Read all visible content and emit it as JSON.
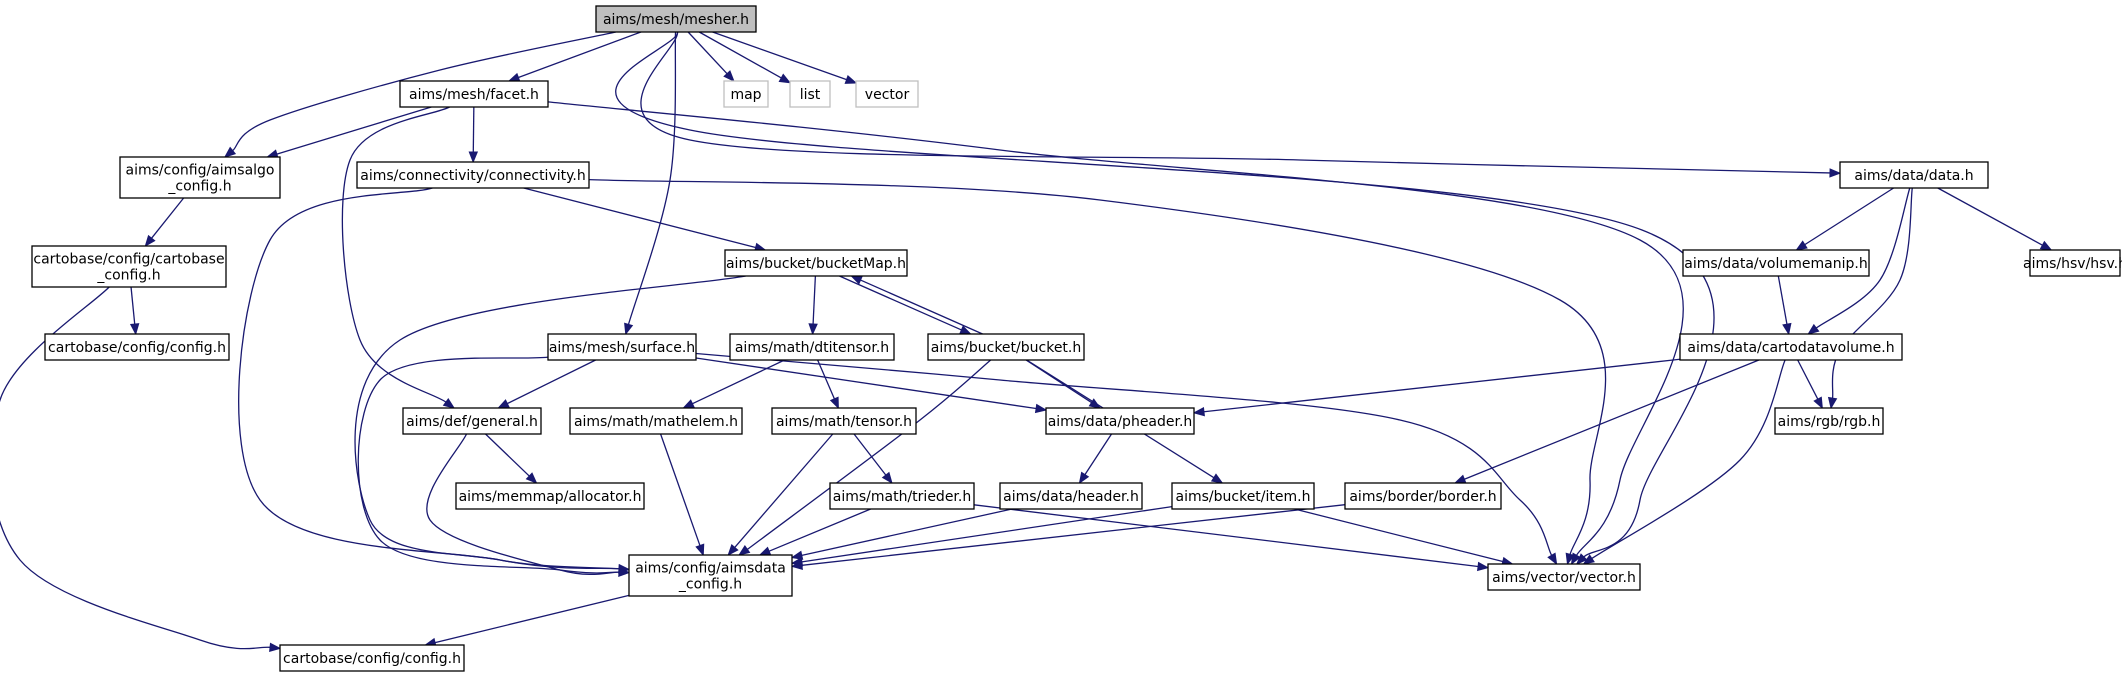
{
  "graph": {
    "nodes": [
      {
        "id": "mesher",
        "lines": [
          "aims/mesh/mesher.h"
        ],
        "style": "root"
      },
      {
        "id": "facet",
        "lines": [
          "aims/mesh/facet.h"
        ]
      },
      {
        "id": "map",
        "lines": [
          "map"
        ],
        "style": "external"
      },
      {
        "id": "list",
        "lines": [
          "list"
        ],
        "style": "external"
      },
      {
        "id": "vector_std",
        "lines": [
          "vector"
        ],
        "style": "external"
      },
      {
        "id": "aimsalgo_config",
        "lines": [
          "aims/config/aimsalgo",
          "_config.h"
        ]
      },
      {
        "id": "connectivity",
        "lines": [
          "aims/connectivity/connectivity.h"
        ]
      },
      {
        "id": "data",
        "lines": [
          "aims/data/data.h"
        ]
      },
      {
        "id": "cartobase_config",
        "lines": [
          "cartobase/config/cartobase",
          "_config.h"
        ]
      },
      {
        "id": "bucketMap",
        "lines": [
          "aims/bucket/bucketMap.h"
        ]
      },
      {
        "id": "volumemanip",
        "lines": [
          "aims/data/volumemanip.h"
        ]
      },
      {
        "id": "hsv",
        "lines": [
          "aims/hsv/hsv.h"
        ]
      },
      {
        "id": "config_a",
        "lines": [
          "cartobase/config/config.h"
        ]
      },
      {
        "id": "surface",
        "lines": [
          "aims/mesh/surface.h"
        ]
      },
      {
        "id": "dtitensor",
        "lines": [
          "aims/math/dtitensor.h"
        ]
      },
      {
        "id": "bucket",
        "lines": [
          "aims/bucket/bucket.h"
        ]
      },
      {
        "id": "cartodatavolume",
        "lines": [
          "aims/data/cartodatavolume.h"
        ]
      },
      {
        "id": "general",
        "lines": [
          "aims/def/general.h"
        ]
      },
      {
        "id": "mathelem",
        "lines": [
          "aims/math/mathelem.h"
        ]
      },
      {
        "id": "tensor",
        "lines": [
          "aims/math/tensor.h"
        ]
      },
      {
        "id": "pheader",
        "lines": [
          "aims/data/pheader.h"
        ]
      },
      {
        "id": "rgb",
        "lines": [
          "aims/rgb/rgb.h"
        ]
      },
      {
        "id": "allocator",
        "lines": [
          "aims/memmap/allocator.h"
        ]
      },
      {
        "id": "trieder",
        "lines": [
          "aims/math/trieder.h"
        ]
      },
      {
        "id": "header",
        "lines": [
          "aims/data/header.h"
        ]
      },
      {
        "id": "item",
        "lines": [
          "aims/bucket/item.h"
        ]
      },
      {
        "id": "border",
        "lines": [
          "aims/border/border.h"
        ]
      },
      {
        "id": "aimsdata_config",
        "lines": [
          "aims/config/aimsdata",
          "_config.h"
        ]
      },
      {
        "id": "vectorvec",
        "lines": [
          "aims/vector/vector.h"
        ]
      },
      {
        "id": "config_b",
        "lines": [
          "cartobase/config/config.h"
        ]
      }
    ],
    "edges": [
      [
        "mesher",
        "facet"
      ],
      [
        "mesher",
        "map"
      ],
      [
        "mesher",
        "list"
      ],
      [
        "mesher",
        "vector_std"
      ],
      [
        "mesher",
        "aimsalgo_config"
      ],
      [
        "mesher",
        "surface"
      ],
      [
        "mesher",
        "data"
      ],
      [
        "mesher",
        "vectorvec"
      ],
      [
        "facet",
        "aimsalgo_config"
      ],
      [
        "facet",
        "connectivity"
      ],
      [
        "facet",
        "general"
      ],
      [
        "facet",
        "vectorvec"
      ],
      [
        "aimsalgo_config",
        "cartobase_config"
      ],
      [
        "cartobase_config",
        "config_a"
      ],
      [
        "cartobase_config",
        "config_b"
      ],
      [
        "connectivity",
        "bucketMap"
      ],
      [
        "connectivity",
        "aimsdata_config"
      ],
      [
        "connectivity",
        "vectorvec"
      ],
      [
        "data",
        "volumemanip"
      ],
      [
        "data",
        "hsv"
      ],
      [
        "data",
        "cartodatavolume"
      ],
      [
        "data",
        "rgb"
      ],
      [
        "volumemanip",
        "cartodatavolume"
      ],
      [
        "bucketMap",
        "dtitensor"
      ],
      [
        "bucketMap",
        "bucket"
      ],
      [
        "bucketMap",
        "aimsdata_config"
      ],
      [
        "bucket",
        "bucketMap"
      ],
      [
        "bucket",
        "pheader"
      ],
      [
        "bucket",
        "item"
      ],
      [
        "bucket",
        "aimsdata_config"
      ],
      [
        "surface",
        "general"
      ],
      [
        "surface",
        "pheader"
      ],
      [
        "surface",
        "aimsdata_config"
      ],
      [
        "surface",
        "vectorvec"
      ],
      [
        "dtitensor",
        "mathelem"
      ],
      [
        "dtitensor",
        "tensor"
      ],
      [
        "cartodatavolume",
        "pheader"
      ],
      [
        "cartodatavolume",
        "rgb"
      ],
      [
        "cartodatavolume",
        "border"
      ],
      [
        "cartodatavolume",
        "vectorvec"
      ],
      [
        "general",
        "allocator"
      ],
      [
        "general",
        "aimsdata_config"
      ],
      [
        "mathelem",
        "aimsdata_config"
      ],
      [
        "tensor",
        "trieder"
      ],
      [
        "tensor",
        "aimsdata_config"
      ],
      [
        "pheader",
        "header"
      ],
      [
        "header",
        "aimsdata_config"
      ],
      [
        "trieder",
        "aimsdata_config"
      ],
      [
        "trieder",
        "vectorvec"
      ],
      [
        "item",
        "aimsdata_config"
      ],
      [
        "item",
        "vectorvec"
      ],
      [
        "border",
        "aimsdata_config"
      ],
      [
        "aimsdata_config",
        "config_b"
      ]
    ]
  }
}
